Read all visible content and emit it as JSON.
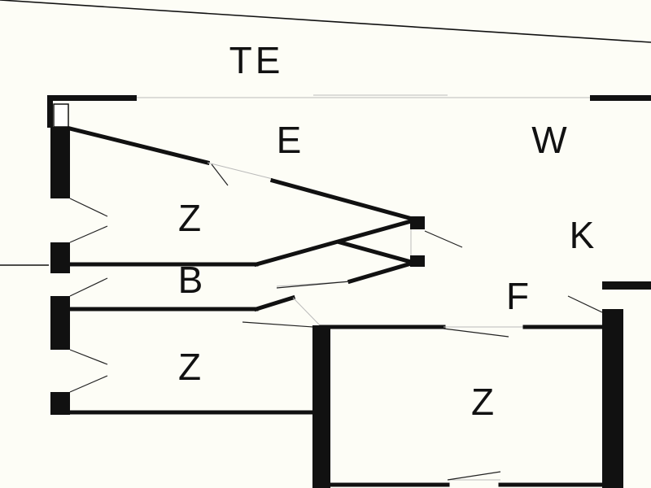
{
  "plan": {
    "rooms": [
      {
        "id": "terrace",
        "label": "TE"
      },
      {
        "id": "entrance",
        "label": "E"
      },
      {
        "id": "living",
        "label": "W"
      },
      {
        "id": "kitchen",
        "label": "K"
      },
      {
        "id": "bedroom-1",
        "label": "Z"
      },
      {
        "id": "bathroom",
        "label": "B"
      },
      {
        "id": "hall",
        "label": "F"
      },
      {
        "id": "bedroom-2",
        "label": "Z"
      },
      {
        "id": "bedroom-3",
        "label": "Z"
      }
    ],
    "colors": {
      "background": "#fdfdf6",
      "wall": "#111111",
      "text": "#111111"
    }
  }
}
